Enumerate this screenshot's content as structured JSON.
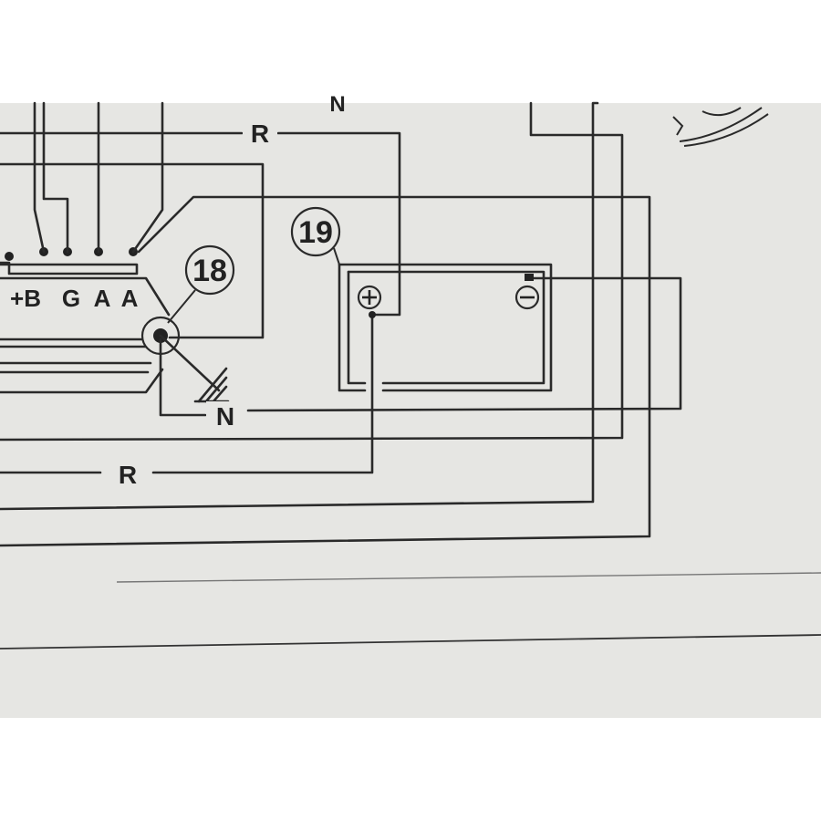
{
  "diagram": {
    "components": [
      {
        "id": "18",
        "label": "18",
        "name": "regulator-rectifier"
      },
      {
        "id": "19",
        "label": "19",
        "name": "battery"
      }
    ],
    "terminals": [
      "+B",
      "G",
      "A",
      "A"
    ],
    "battery_terminals": {
      "positive": "⊕",
      "negative": "⊖"
    },
    "wire_labels": {
      "top_red": "R",
      "bottom_red": "R",
      "ground_black": "N",
      "top_black": "N"
    }
  }
}
